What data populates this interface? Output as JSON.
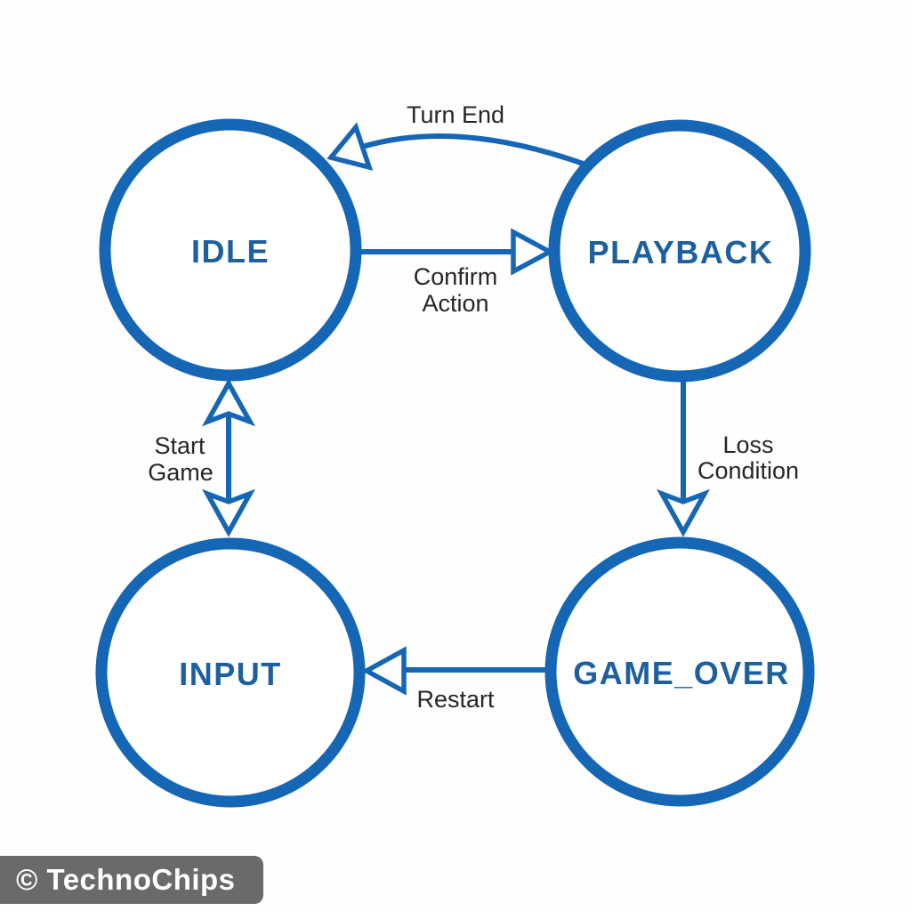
{
  "diagram": {
    "type": "state-machine",
    "background": "#fefefe",
    "node_stroke_color": "#1566b4",
    "node_label_color": "#1e5f9e",
    "edge_color": "#1566b4",
    "edge_label_color": "#262626",
    "states": [
      {
        "id": "idle",
        "label": "IDLE"
      },
      {
        "id": "playback",
        "label": "PLAYBACK"
      },
      {
        "id": "input",
        "label": "INPUT"
      },
      {
        "id": "game_over",
        "label": "GAME_OVER"
      }
    ],
    "transitions": [
      {
        "from": "PLAYBACK",
        "to": "IDLE",
        "label": "Turn End",
        "lines": [
          "Turn End"
        ]
      },
      {
        "from": "IDLE",
        "to": "PLAYBACK",
        "label": "Confirm Action",
        "lines": [
          "Confirm",
          "Action"
        ]
      },
      {
        "from": "IDLE",
        "to": "INPUT",
        "label": "Start Game",
        "bidirectional": true,
        "lines": [
          "Start",
          "Game"
        ]
      },
      {
        "from": "PLAYBACK",
        "to": "GAME_OVER",
        "label": "Loss Condition",
        "lines": [
          "Loss",
          "Condition"
        ]
      },
      {
        "from": "GAME_OVER",
        "to": "INPUT",
        "label": "Restart",
        "lines": [
          "Restart"
        ]
      }
    ]
  },
  "watermark": {
    "text": "© TechnoChips",
    "background": "#6a6a6a",
    "color": "#ffffff"
  }
}
